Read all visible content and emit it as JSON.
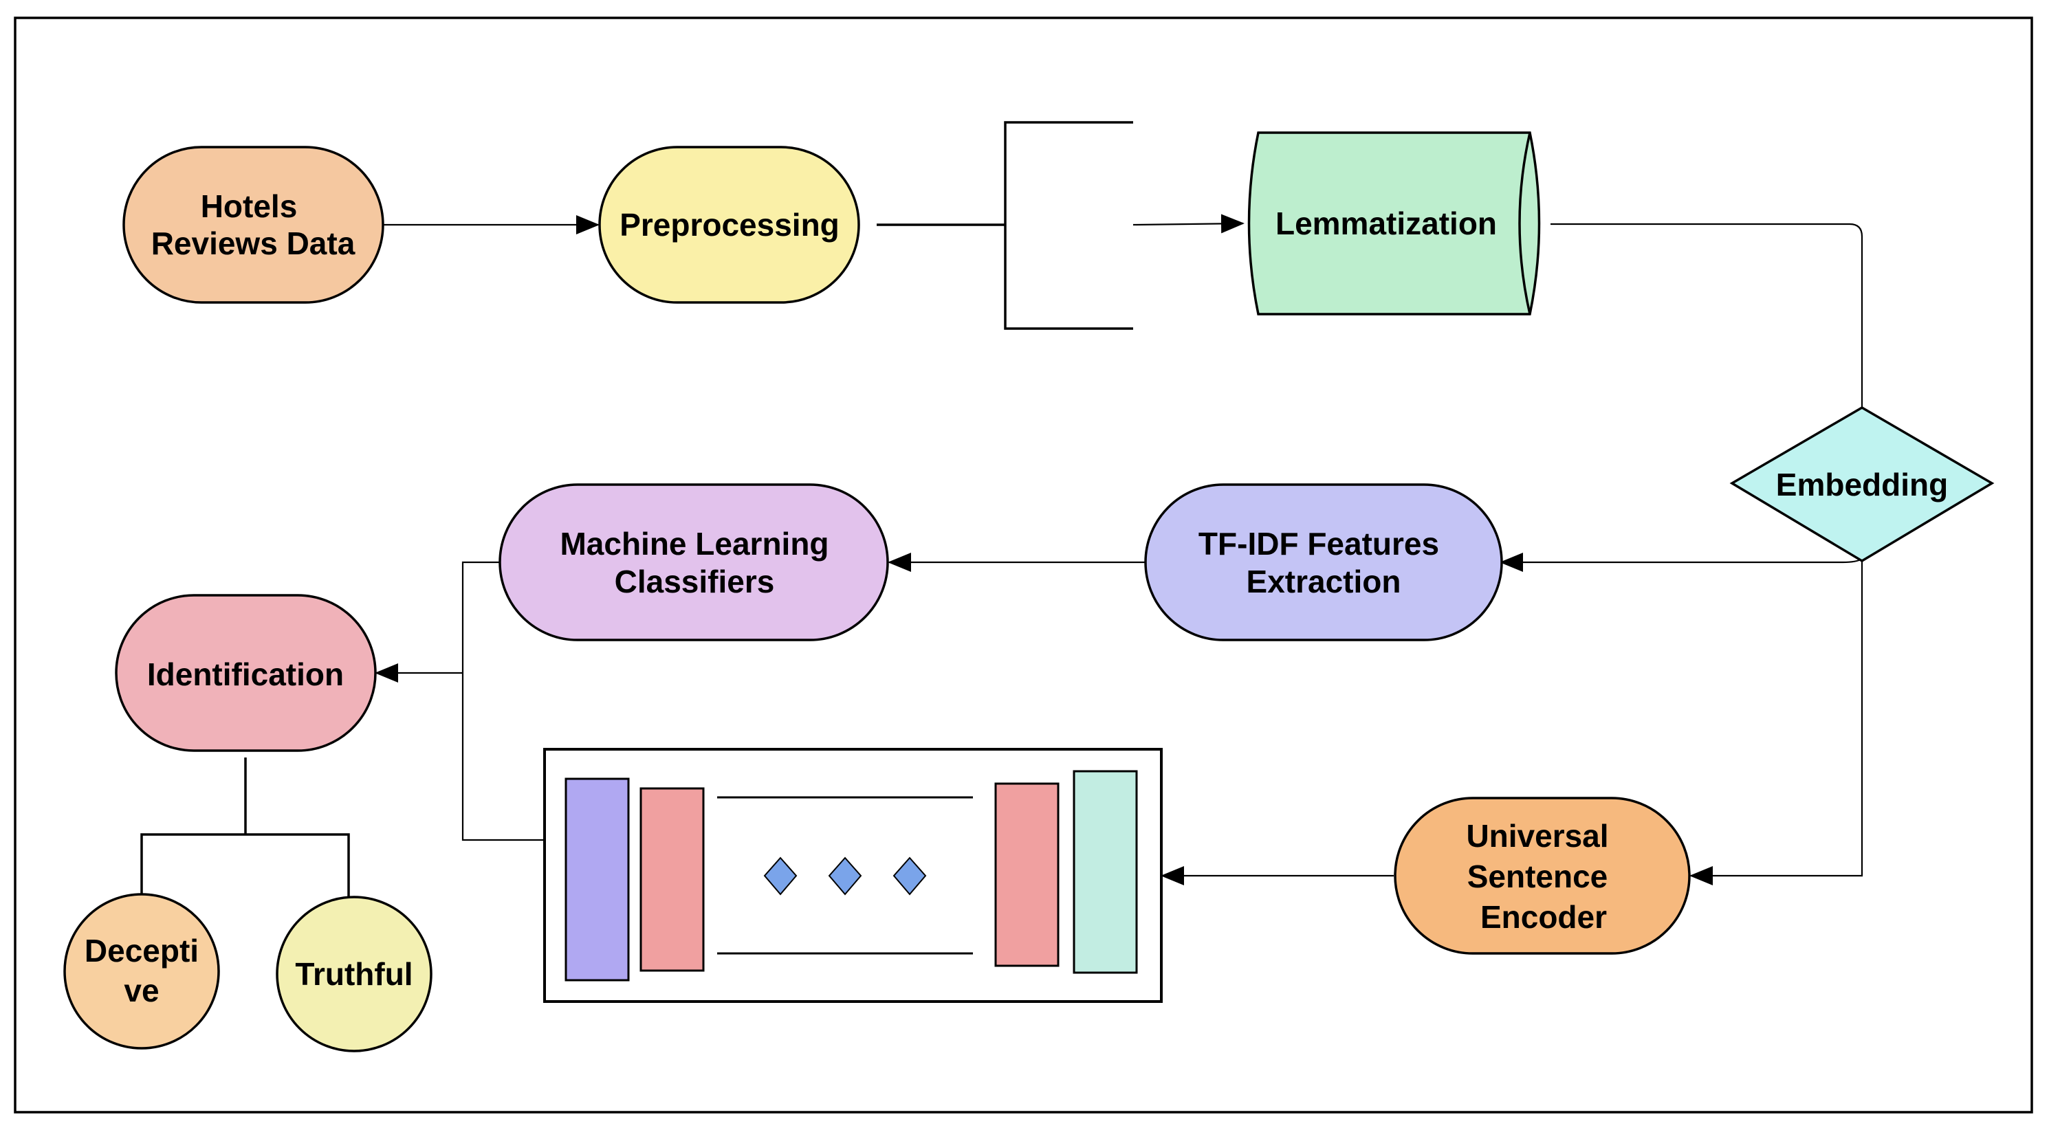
{
  "nodes": {
    "hotels_reviews_data": {
      "line1": "Hotels",
      "line2": "Reviews Data"
    },
    "preprocessing": {
      "label": "Preprocessing"
    },
    "lemmatization": {
      "label": "Lemmatization"
    },
    "embedding": {
      "label": "Embedding"
    },
    "tfidf": {
      "line1": "TF-IDF Features",
      "line2": "Extraction"
    },
    "ml_classifiers": {
      "line1": "Machine Learning",
      "line2": "Classifiers"
    },
    "identification": {
      "label": "Identification"
    },
    "use": {
      "line1": "Universal",
      "line2": "Sentence",
      "line3": "Encoder"
    },
    "deceptive": {
      "line1": "Decepti",
      "line2": "ve"
    },
    "truthful": {
      "label": "Truthful"
    }
  },
  "colors": {
    "hotels_reviews_data": "#f5c8a0",
    "preprocessing": "#faf0a8",
    "lemmatization": "#bdeece",
    "embedding": "#bff3f0",
    "tfidf": "#c4c4f5",
    "ml_classifiers": "#e2c2ec",
    "identification": "#f0b2b9",
    "use": "#f6b97e",
    "deceptive": "#f8d0a0",
    "truthful": "#f3f0b2",
    "nn_layer_blue": "#b0a8f2",
    "nn_layer_red": "#f0a0a0",
    "nn_layer_teal": "#c2ede2",
    "nn_dots": "#7aa4ea"
  }
}
